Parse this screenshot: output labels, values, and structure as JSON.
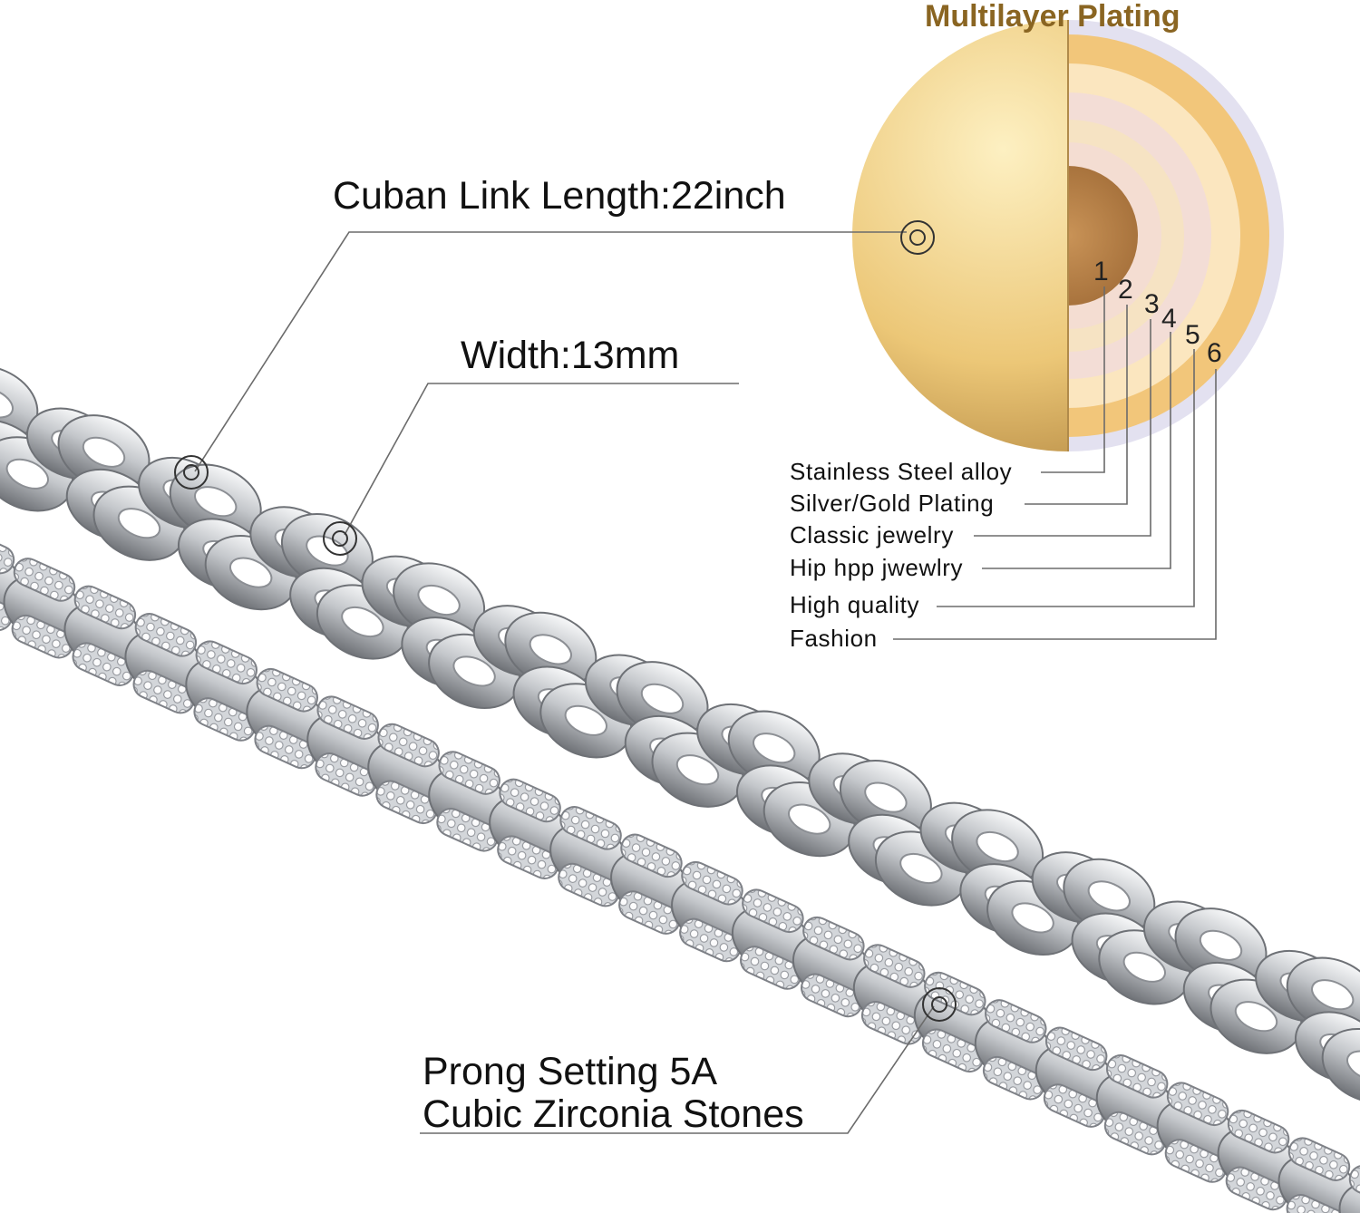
{
  "colors": {
    "title_text": "#8a6522",
    "gold_light": "#fbe6a6",
    "gold_dark": "#a77a36",
    "core": "#b8834c",
    "band_gold": "#f2c67a",
    "band_cream": "#fbe6bf",
    "band_blush": "#f3ddd6",
    "metal_dark": "#7a7d82",
    "metal_light": "#f4f5f6",
    "leader_line": "#6b6b6b"
  },
  "icons": [
    "callout-target-icon"
  ],
  "callouts": {
    "multilayer_title": "Multilayer Plating",
    "length": "Cuban Link Length:22inch",
    "width": "Width:13mm",
    "stones_line1": "Prong Setting 5A",
    "stones_line2": "Cubic Zirconia Stones"
  },
  "layers": [
    {
      "number": "1",
      "label": "Stainless Steel alloy"
    },
    {
      "number": "2",
      "label": "Silver/Gold Plating"
    },
    {
      "number": "3",
      "label": "Classic jewelry"
    },
    {
      "number": "4",
      "label": "Hip hpp jwewlry"
    },
    {
      "number": "5",
      "label": "High quality"
    },
    {
      "number": "6",
      "label": "Fashion"
    }
  ]
}
